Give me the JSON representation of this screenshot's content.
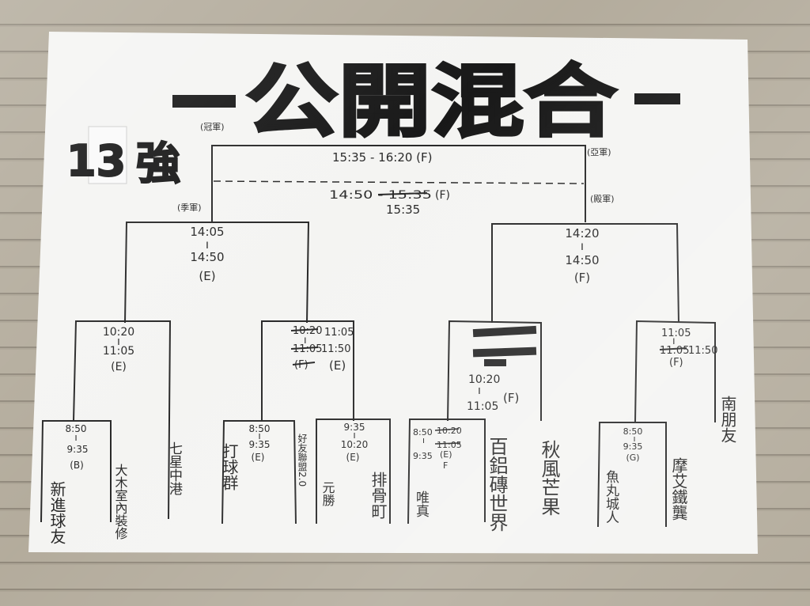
{
  "poster": {
    "title": "公開混合",
    "count": "13",
    "round_label": "強",
    "champion_tag": "(冠軍)",
    "runner_up_tag": "(亞軍)",
    "third_tag": "(季軍)",
    "fourth_tag": "(殿軍)"
  },
  "final": {
    "time": "15:35 - 16:20 (F)",
    "third_place_time_old": "14:50 - 15:35",
    "third_place_court": "(F)",
    "third_place_time_new": "15:35"
  },
  "semis": [
    {
      "start": "14:05",
      "dash": "ı",
      "end": "14:50",
      "court": "(E)"
    },
    {
      "start": "14:20",
      "dash": "ı",
      "end": "14:50",
      "court": "(F)"
    }
  ],
  "quarters": [
    {
      "start": "10:20",
      "dash": "ı",
      "end": "11:05",
      "court": "(E)"
    },
    {
      "start_old": "10:20",
      "start": "11:05",
      "dash": "ı",
      "end_old": "11:05",
      "end": "11:50",
      "court_old": "(F)",
      "court": "(E)"
    },
    {
      "start": "10:20",
      "dash": "ı",
      "end": "11:05",
      "court": "(F)"
    },
    {
      "start": "11:05",
      "dash": "ı",
      "end_old": "11:05",
      "end": "11:50",
      "court": "(F)"
    }
  ],
  "r16": [
    {
      "start": "8:50",
      "dash": "ı",
      "end": "9:35",
      "court": "(B)"
    },
    {
      "start": "8:50",
      "dash": "ı",
      "end": "9:35",
      "court": "(E)"
    },
    {
      "start": "9:35",
      "dash": "ı",
      "end": "10:20",
      "court": "(E)"
    },
    {
      "start": "8:50",
      "start_old": "10:20",
      "dash": "ı",
      "end_old": "11:05",
      "end": "9:35",
      "court_old": "(E)",
      "court": "F"
    },
    {
      "start": "8:50",
      "dash": "ı",
      "end": "9:35",
      "court": "(G)"
    }
  ],
  "teams": [
    "新進球友",
    "大木室內裝修",
    "七星中港",
    "打球群",
    "好友聯盟2.0",
    "元勝",
    "排骨町",
    "唯真",
    "百鋁磚世界",
    "秋風芒果",
    "魚丸城人",
    "摩艾鐵龔",
    "南朋友"
  ],
  "colors": {
    "paper": "#f4f4f2",
    "ink": "#222222",
    "wall": "#b1a999"
  }
}
